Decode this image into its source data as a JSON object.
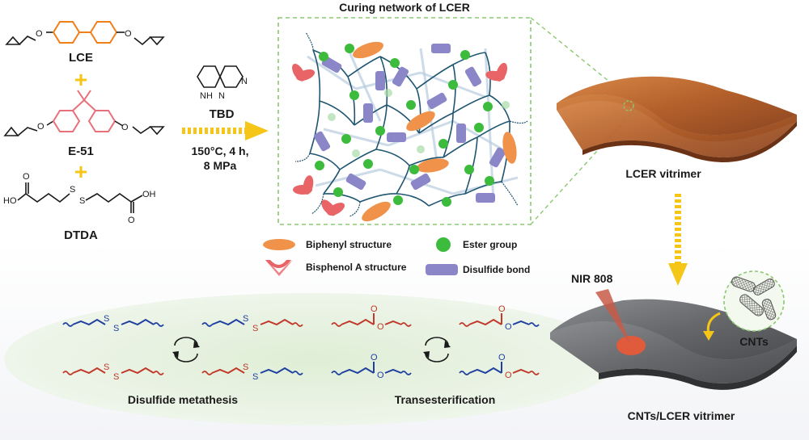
{
  "reactants": {
    "lce": {
      "label": "LCE"
    },
    "e51": {
      "label": "E-51"
    },
    "dtda": {
      "label": "DTDA"
    }
  },
  "atoms": {
    "oxygen": "O",
    "sulfur": "S",
    "hydroxyl": "OH",
    "hydroxyl_left": "HO",
    "nh": "H",
    "n": "N"
  },
  "plus_sign": "+",
  "catalyst": {
    "name": "TBD",
    "conditions_line1": "150°C, 4 h,",
    "conditions_line2": "8 MPa"
  },
  "network": {
    "title": "Curing network of LCER"
  },
  "legend": {
    "biphenyl": "Biphenyl structure",
    "bisphenol": "Bisphenol A structure",
    "ester": "Ester group",
    "disulfide": "Disulfide bond"
  },
  "products": {
    "lcer": "LCER vitrimer",
    "cnt_lcer": "CNTs/LCER vitrimer",
    "cnts": "CNTs",
    "nir": "NIR 808"
  },
  "exchange": {
    "disulfide": "Disulfide metathesis",
    "transester": "Transesterification"
  },
  "colors": {
    "lce": "#f07f1a",
    "e51": "#e8707a",
    "arrow_yellow": "#f5c518",
    "biphenyl": "#f0924a",
    "bisphenol": "#e86466",
    "ester": "#3dbb3d",
    "disulfide": "#8a86c8",
    "ellipse_green": "#dcecd2",
    "chain_blue": "#2040a0",
    "chain_red": "#c0392b",
    "film_brown": "#b9602a",
    "film_gray": "#6a6c6e"
  }
}
